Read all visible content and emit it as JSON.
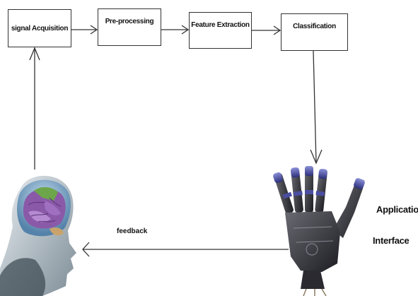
{
  "diagram": {
    "boxes": [
      {
        "label": "signal Acquisition"
      },
      {
        "label": "Pre-processing"
      },
      {
        "label": "Feature Extraction"
      },
      {
        "label": "Classification"
      }
    ],
    "feedback_label": "feedback",
    "application_label_line1": "Application",
    "application_label_line2": "Interface",
    "images": [
      "brain-head-illustration",
      "robotic-hand-illustration"
    ]
  }
}
